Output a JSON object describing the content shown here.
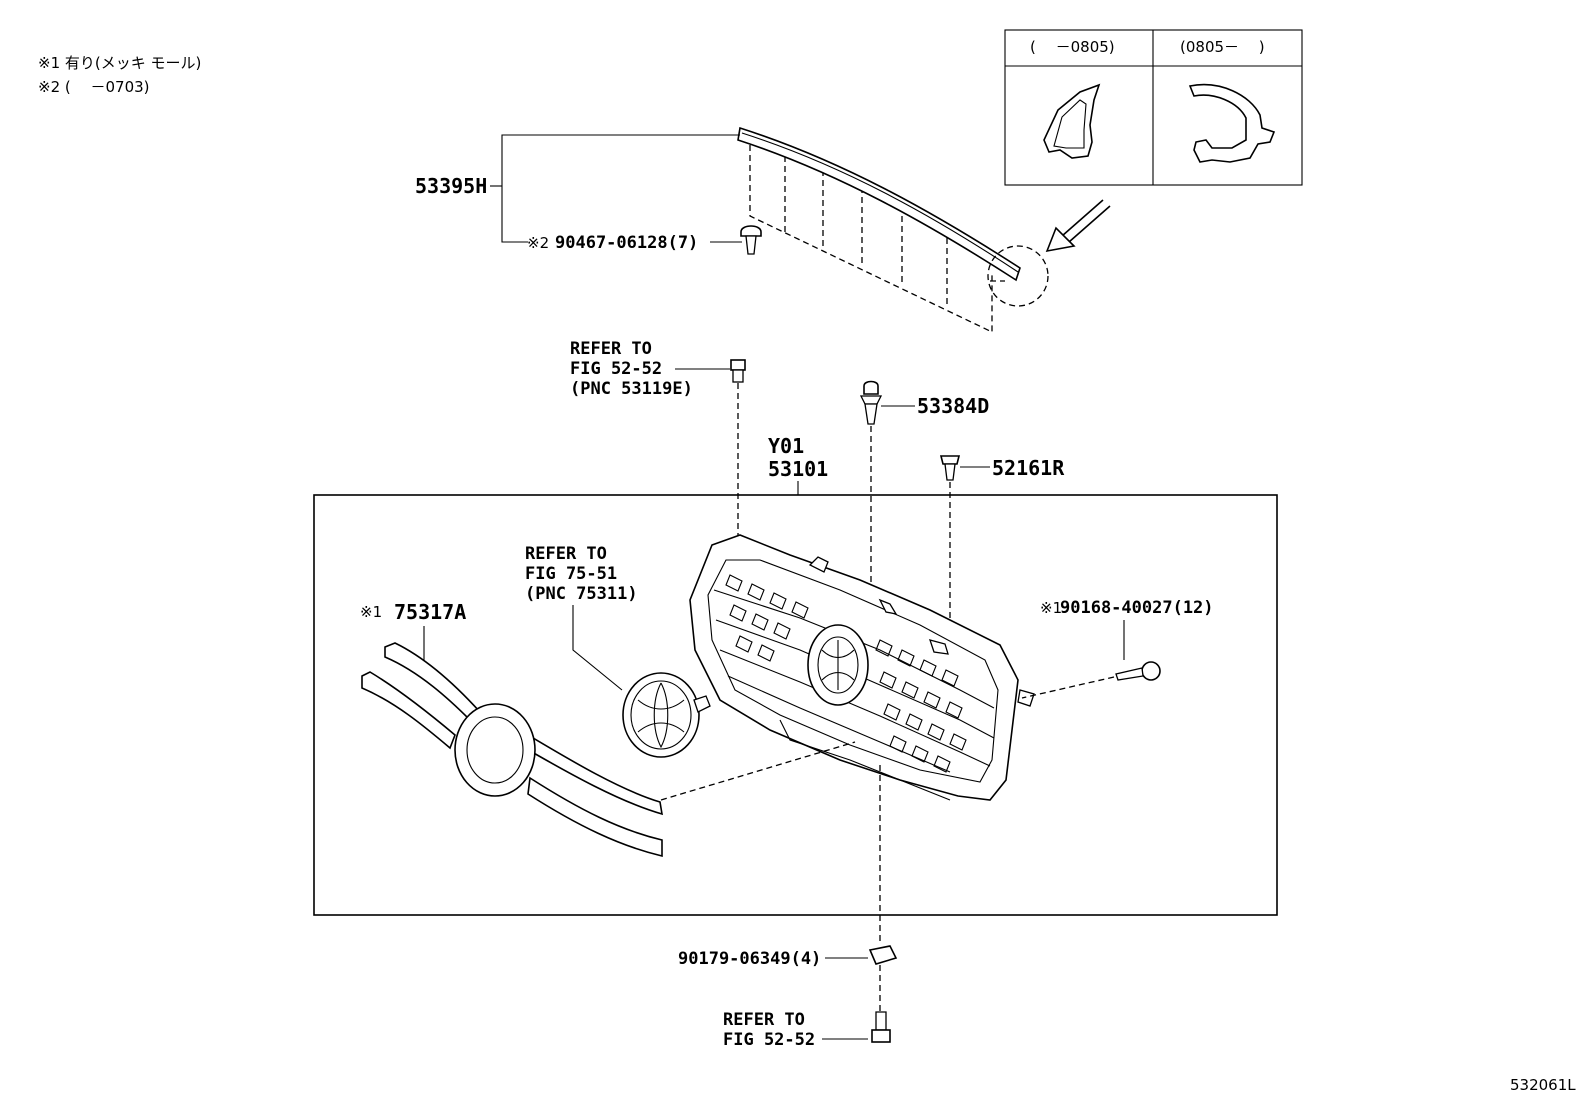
{
  "notes": {
    "note1": "※1 有り(メッキ モール)",
    "note2": "※2 (　 －0703)"
  },
  "inset": {
    "col1_header": "(　 －0805)",
    "col2_header": "(0805－　 )"
  },
  "callouts": {
    "molding": "53395H",
    "molding_clip": "90467-06128(7)",
    "molding_clip_mark": "※2",
    "refer_top_1": "REFER TO",
    "refer_top_2": "FIG 52-52",
    "refer_top_3": "(PNC 53119E)",
    "clip_53384d": "53384D",
    "clip_52161r": "52161R",
    "grille_color": "Y01",
    "grille_pnc": "53101",
    "refer_emblem_1": "REFER TO",
    "refer_emblem_2": "FIG 75-51",
    "refer_emblem_3": "(PNC 75311)",
    "moulding_mark": "※1",
    "moulding_pnc": "75317A",
    "screw_mark": "※1",
    "screw_pnc": "90168-40027(12)",
    "nut": "90179-06349(4)",
    "refer_bottom_1": "REFER TO",
    "refer_bottom_2": "FIG 52-52"
  },
  "figure_id": "532061L"
}
